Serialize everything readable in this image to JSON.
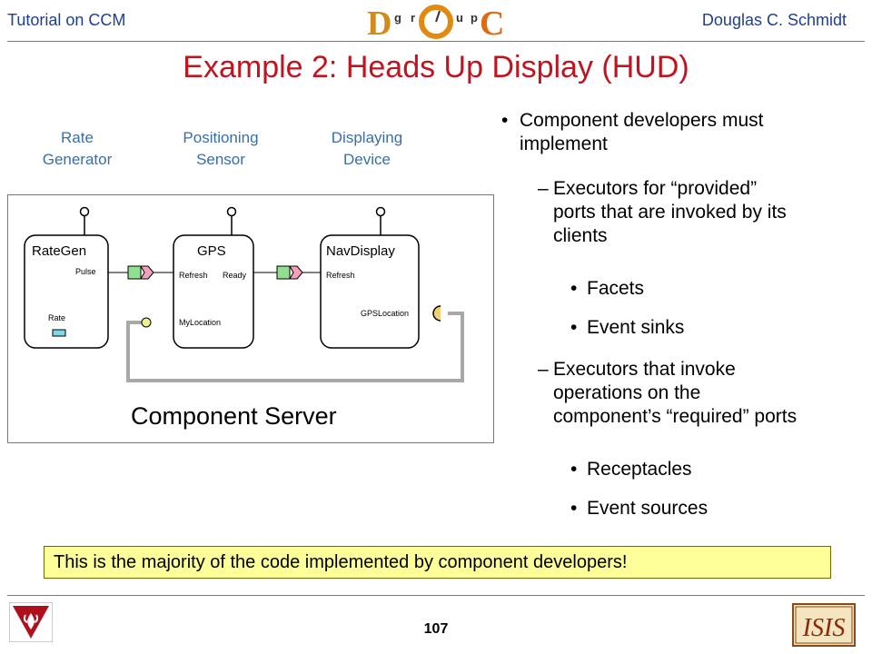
{
  "header": {
    "left": "Tutorial on CCM",
    "right": "Douglas C. Schmidt",
    "logo_letters": [
      "D",
      "O",
      "C"
    ],
    "logo_small": [
      "g",
      "r",
      "u",
      "p"
    ]
  },
  "title": "Example 2: Heads Up Display (HUD)",
  "role_labels": {
    "rate_generator": [
      "Rate",
      "Generator"
    ],
    "positioning_sensor": [
      "Positioning",
      "Sensor"
    ],
    "displaying_device": [
      "Displaying",
      "Device"
    ]
  },
  "diagram": {
    "components": {
      "rategen": {
        "name": "RateGen",
        "pulse": "Pulse",
        "rate": "Rate"
      },
      "gps": {
        "name": "GPS",
        "refresh": "Refresh",
        "ready": "Ready",
        "mylocation": "MyLocation"
      },
      "navdisplay": {
        "name": "NavDisplay",
        "refresh": "Refresh",
        "gpslocation": "GPSLocation"
      }
    },
    "server_label": "Component Server"
  },
  "bullets": {
    "l1": [
      "Component developers must",
      "implement"
    ],
    "l2a": [
      "Executors for “provided”",
      "ports that are invoked by its",
      "clients"
    ],
    "l3a": "Facets",
    "l3b": "Event sinks",
    "l2b": [
      "Executors that invoke",
      "operations on the",
      "component’s “required” ports"
    ],
    "l3c": "Receptacles",
    "l3d": "Event sources"
  },
  "note": "This is the majority of the code implemented by component developers!",
  "page_number": "107",
  "footer_logos": {
    "right": "ISIS"
  },
  "colors": {
    "title": "#c0141e",
    "header": "#1f3f8f",
    "label": "#3a6ea5",
    "note_bg": "#ffff99"
  }
}
